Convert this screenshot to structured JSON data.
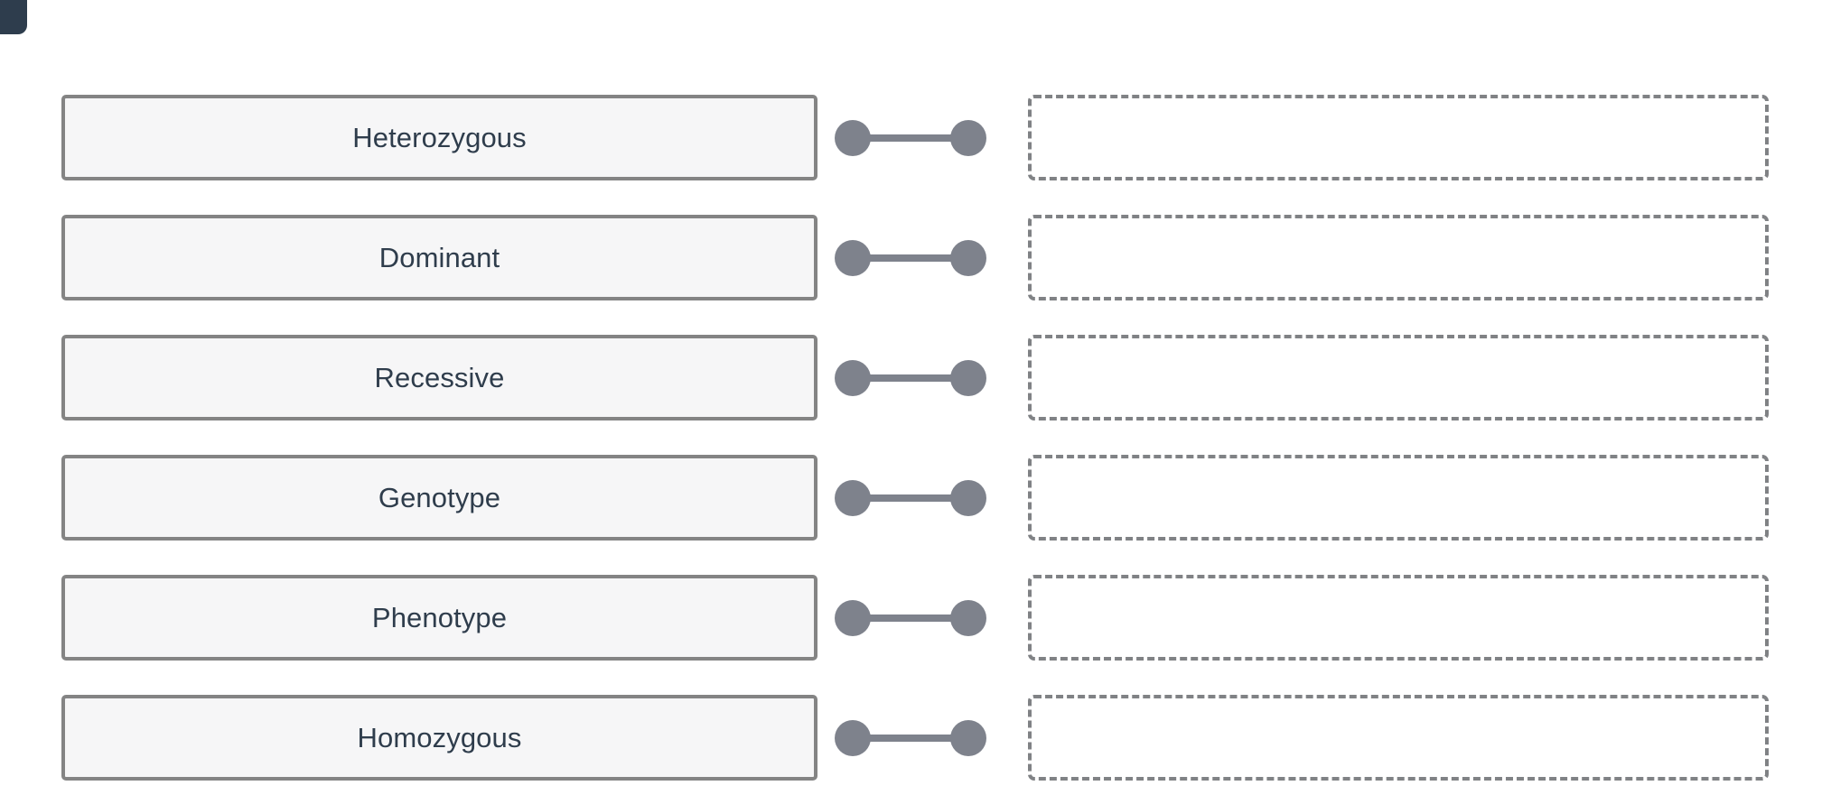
{
  "page": {
    "background_color": "#ffffff",
    "corner_badge_color": "#2e3d4d"
  },
  "theme": {
    "tile_fill": "#f6f6f7",
    "tile_border": "#848484",
    "text_color": "#2f3d4c",
    "connector_color": "#7e828c",
    "dropzone_border": "#808285",
    "dropzone_fill": "#ffffff"
  },
  "match_board": {
    "rows": [
      {
        "term": "Heterozygous",
        "answer": "",
        "dropzone_placeholder": ""
      },
      {
        "term": "Dominant",
        "answer": "",
        "dropzone_placeholder": ""
      },
      {
        "term": "Recessive",
        "answer": "",
        "dropzone_placeholder": ""
      },
      {
        "term": "Genotype",
        "answer": "",
        "dropzone_placeholder": ""
      },
      {
        "term": "Phenotype",
        "answer": "",
        "dropzone_placeholder": ""
      },
      {
        "term": "Homozygous",
        "answer": "",
        "dropzone_placeholder": ""
      }
    ]
  }
}
